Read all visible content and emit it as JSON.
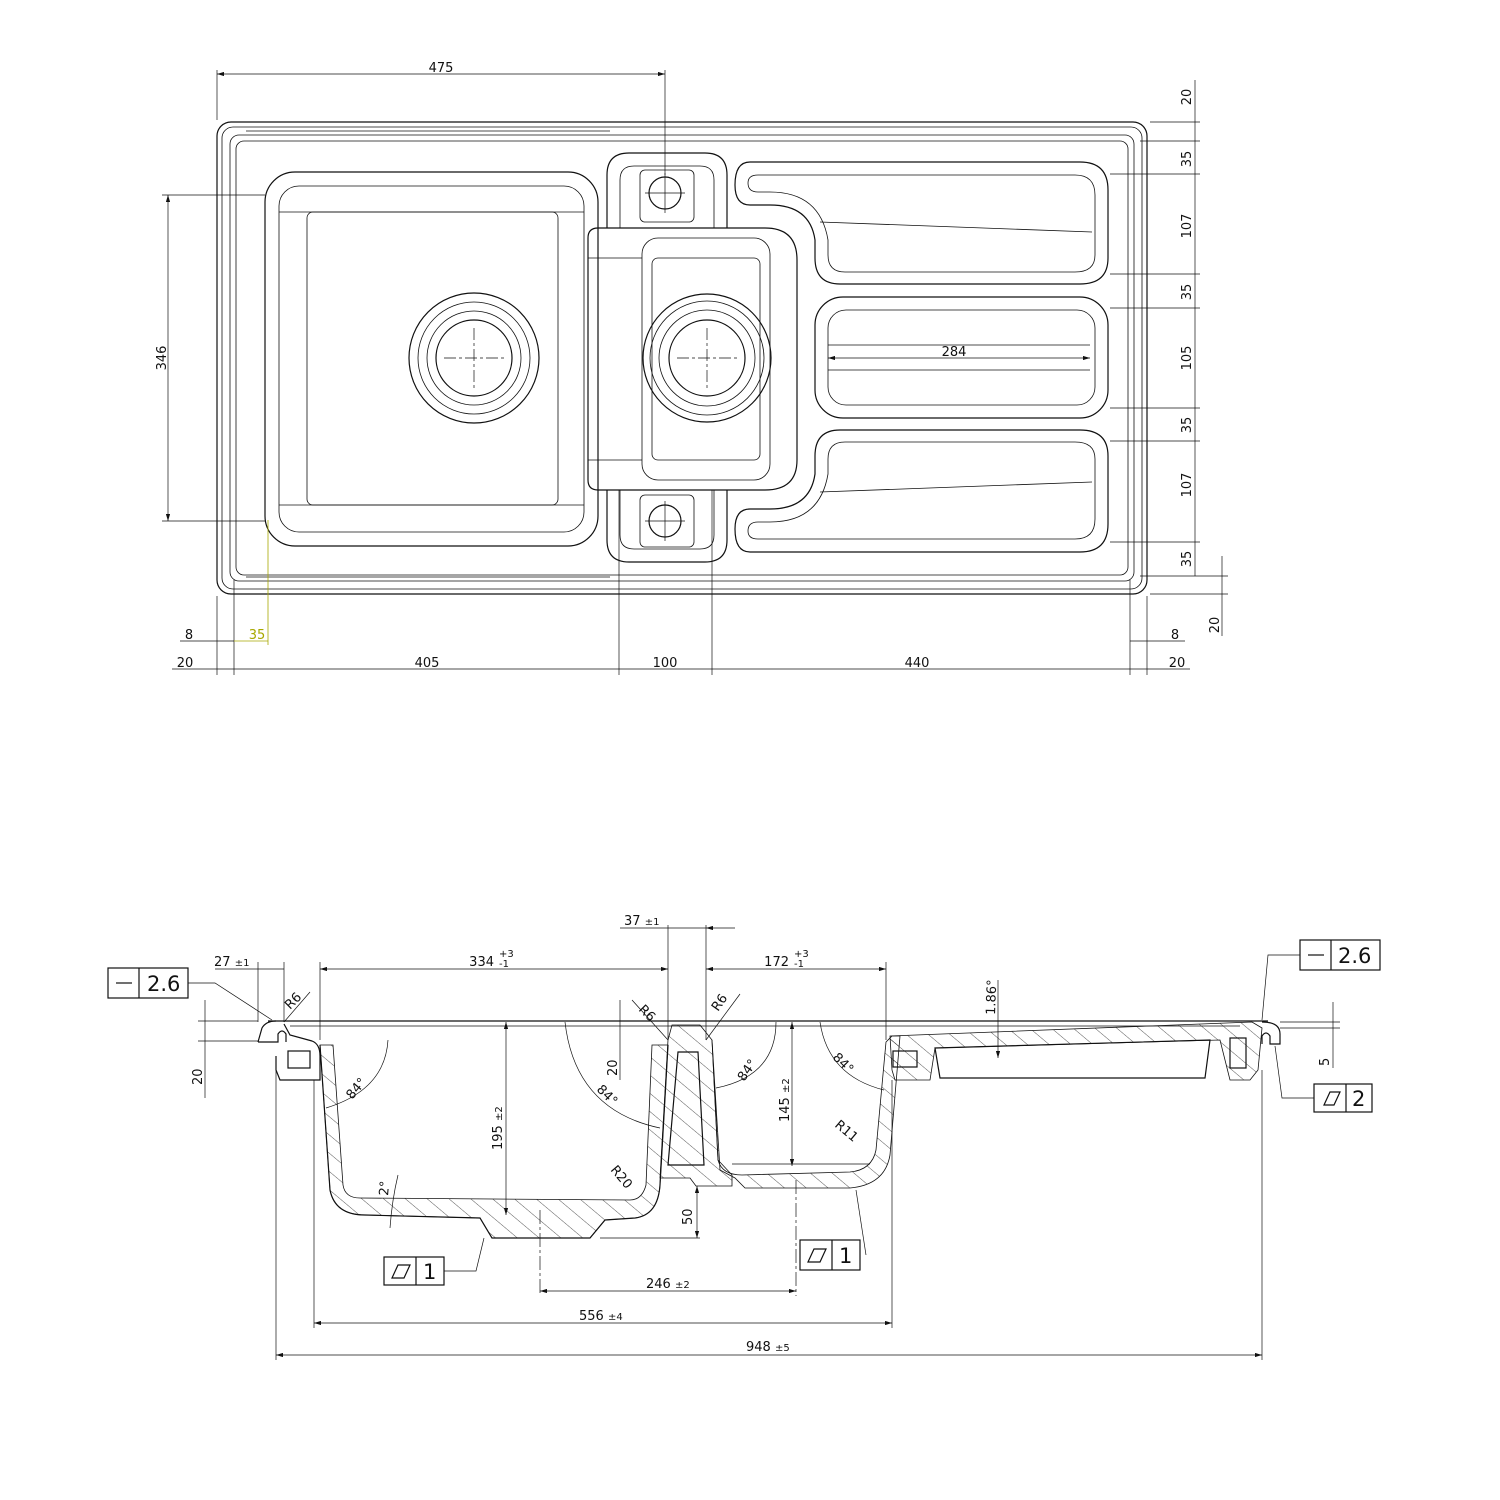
{
  "plan_view": {
    "dims": {
      "overall_to_tap": "475",
      "right_top_20": "20",
      "right_35_a": "35",
      "right_107_a": "107",
      "right_35_b": "35",
      "right_105": "105",
      "right_35_c": "35",
      "right_107_b": "107",
      "right_35_d": "35",
      "right_20_bottom": "20",
      "bowl_height": "346",
      "groove_length": "284",
      "left_8": "8",
      "left_35": "35",
      "left_20": "20",
      "bowl_width": "405",
      "middle": "100",
      "drainer": "440",
      "right_8": "8",
      "right_20": "20"
    }
  },
  "section_view": {
    "dims": {
      "rim_width": "27",
      "rim_tol": "±1",
      "bowl_width": "334",
      "bowl_tol_plus": "+3",
      "bowl_tol_minus": "-1",
      "divider": "37",
      "divider_tol": "±1",
      "small_bowl": "172",
      "small_tol_plus": "+3",
      "small_tol_minus": "-1",
      "flatness_left": "2.6",
      "flatness_right": "2.6",
      "r6_a": "R6",
      "r6_b": "R6",
      "r6_c": "R6",
      "drainer_slope": "1.86°",
      "rim_height": "20",
      "rim_step": "20",
      "edge_5": "5",
      "angle_a": "84°",
      "angle_b": "84°",
      "angle_c": "84°",
      "angle_d": "84°",
      "bowl_depth": "195",
      "bowl_depth_tol": "±2",
      "small_depth": "145",
      "small_depth_tol": "±2",
      "r11": "R11",
      "r20": "R20",
      "floor_angle": "2°",
      "step_50": "50",
      "parallel_1a": "1",
      "parallel_1b": "1",
      "parallel_2": "2",
      "waste_spacing": "246",
      "waste_spacing_tol": "±2",
      "bowls_total": "556",
      "bowls_total_tol": "±4",
      "overall": "948",
      "overall_tol": "±5"
    }
  }
}
